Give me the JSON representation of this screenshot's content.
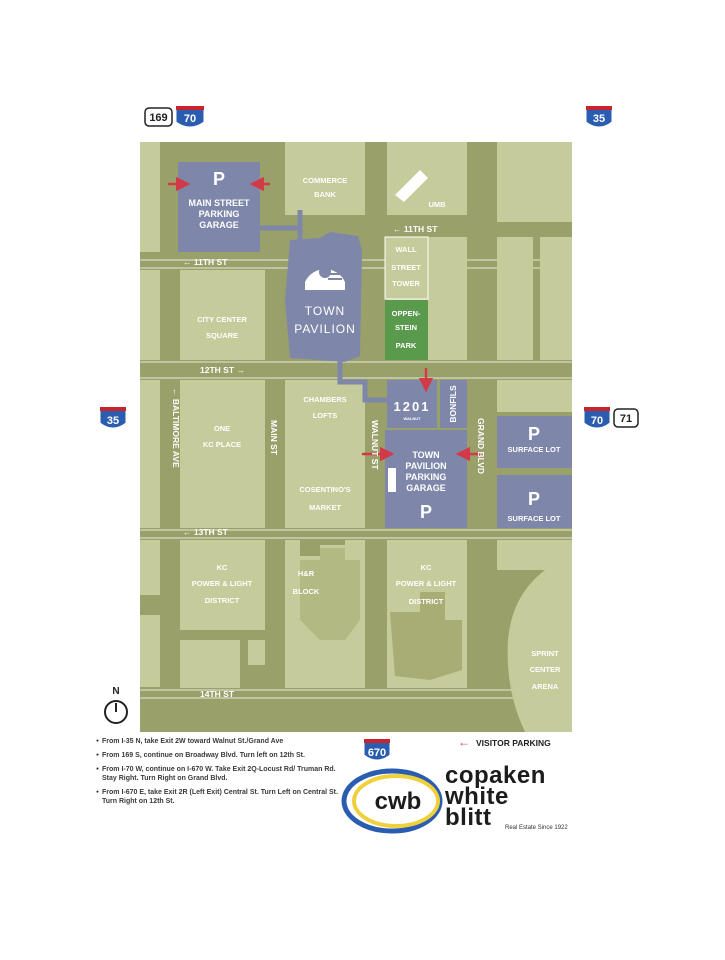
{
  "highways": {
    "us169": "169",
    "i70_top": "70",
    "i35_top": "35",
    "i35_left": "35",
    "i70_right": "70",
    "us71": "71",
    "i670": "670"
  },
  "streets": {
    "eleventh_left": "← 11TH ST",
    "eleventh_right": "← 11TH ST",
    "twelfth": "12TH ST →",
    "thirteenth": "← 13TH ST",
    "fourteenth": "14TH ST",
    "baltimore": "← BALTIMORE AVE",
    "main": "MAIN ST",
    "walnut": "WALNUT ST",
    "grand": "GRAND BLVD"
  },
  "buildings": {
    "main_street_garage": [
      "MAIN STREET",
      "PARKING",
      "GARAGE"
    ],
    "commerce_bank": [
      "COMMERCE",
      "BANK"
    ],
    "umb": "UMB",
    "wall_street_tower": [
      "WALL",
      "STREET",
      "TOWER"
    ],
    "oppenstein_park": [
      "OPPEN-",
      "STEIN",
      "PARK"
    ],
    "city_center_square": [
      "CITY CENTER",
      "SQUARE"
    ],
    "town_pavilion": [
      "TOWN",
      "PAVILION"
    ],
    "chambers_lofts": [
      "CHAMBERS",
      "LOFTS"
    ],
    "cosentinos_market": [
      "COSENTINO'S",
      "MARKET"
    ],
    "one_kc_place": [
      "ONE",
      "KC PLACE"
    ],
    "building_1201": "1201",
    "building_1201_sub": "WALNUT",
    "bonfils": "BONFILS",
    "town_pavilion_garage": [
      "TOWN",
      "PAVILION",
      "PARKING",
      "GARAGE"
    ],
    "surface_lot_1": "SURFACE LOT",
    "surface_lot_2": "SURFACE LOT",
    "kc_power_light_west": [
      "KC",
      "POWER & LIGHT",
      "DISTRICT"
    ],
    "hr_block": [
      "H&R",
      "BLOCK"
    ],
    "kc_power_light_east": [
      "KC",
      "POWER & LIGHT",
      "DISTRICT"
    ],
    "sprint_center": [
      "SPRINT",
      "CENTER",
      "ARENA"
    ]
  },
  "parking_symbol": "P",
  "north_label": "N",
  "legend": {
    "visitor_parking": "VISITOR PARKING"
  },
  "directions": [
    "From I-35 N, take Exit 2W toward Walnut St./Grand Ave",
    "From 169 S, continue on Broadway Blvd. Turn left on 12th St.",
    "From I-70 W, continue on I-670 W. Take Exit 2Q-Locust Rd/ Truman Rd. Stay Right. Turn Right on Grand Blvd.",
    "From I-670 E, take Exit 2R (Left Exit) Central St. Turn Left on Central St. Turn Right on 12th St."
  ],
  "logo": {
    "mark": "cwb",
    "brand_line1": "copaken",
    "brand_line2": "white",
    "brand_line3": "blitt",
    "tagline": "Real Estate Since 1922"
  },
  "colors": {
    "block": "#c5cb9a",
    "street": "#9aa06a",
    "highlight": "#7e87aa",
    "park": "#5a9a4c",
    "arrow": "#d23a48",
    "route": "#7e87aa"
  }
}
